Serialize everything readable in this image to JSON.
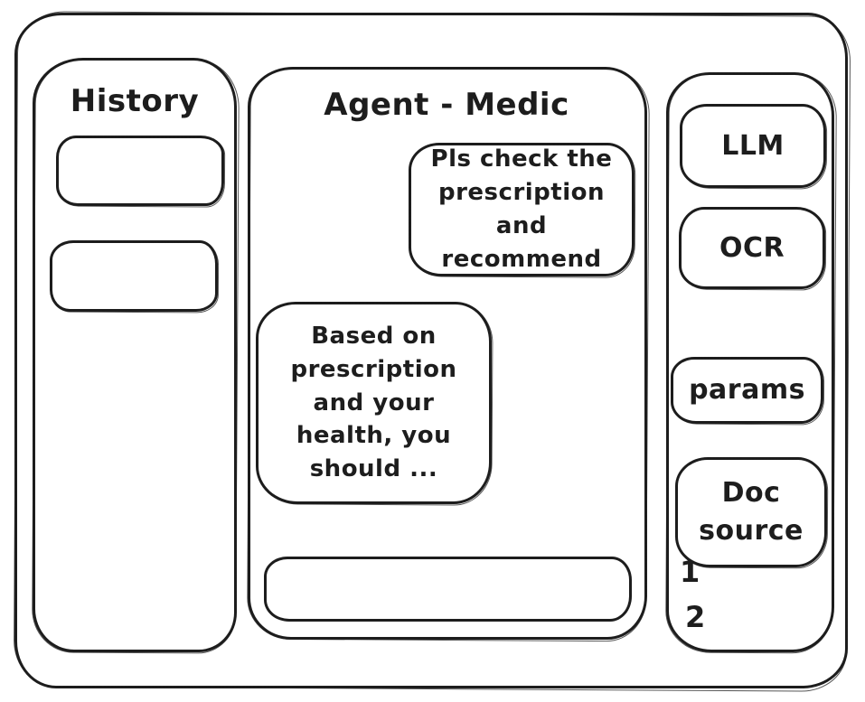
{
  "history_panel": {
    "title": "History"
  },
  "chat_panel": {
    "title": "Agent - Medic",
    "user_message": "Pls check the\nprescription\nand recommend",
    "agent_message": "Based on\nprescription\nand your\nhealth, you\nshould ...",
    "input_value": ""
  },
  "tools_panel": {
    "llm_label": "LLM",
    "ocr_label": "OCR",
    "params_label": "params",
    "doc_source_label": "Doc\nsource",
    "doc_source_items": [
      "1",
      "2"
    ]
  },
  "colors": {
    "ink": "#1d1d1d",
    "background": "#ffffff"
  }
}
